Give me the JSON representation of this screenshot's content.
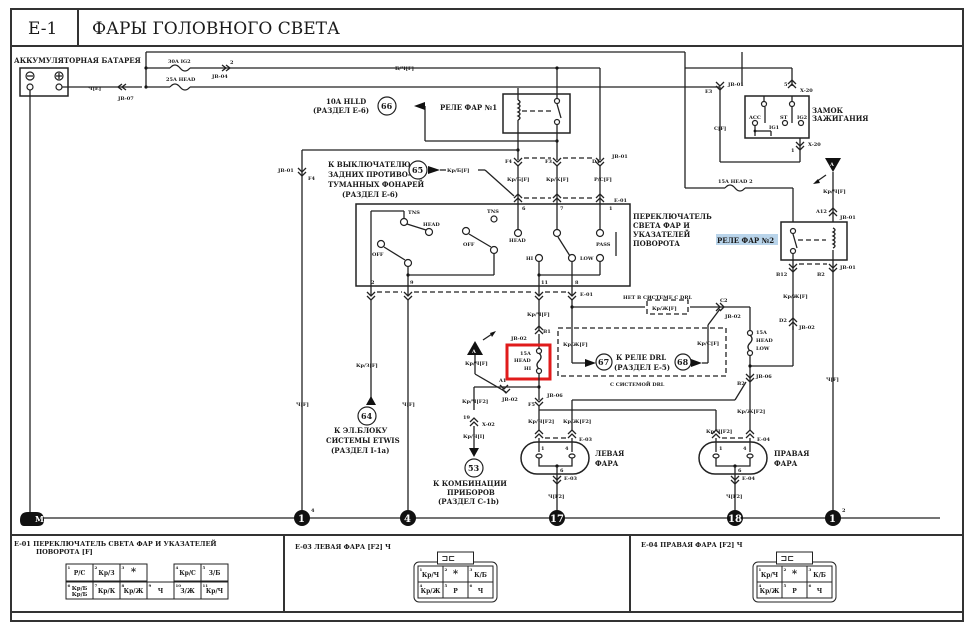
{
  "header": {
    "section_id": "E-1",
    "title": "ФАРЫ ГОЛОВНОГО СВЕТА"
  },
  "components": {
    "battery": "АККУМУЛЯТОРНАЯ БАТАРЕЯ",
    "battery_wire": "Ч[E]",
    "battery_conn": "JB-07",
    "fuse_ig2": "30A IG2",
    "fuse_head": "25A HEAD",
    "jb04": "JB-04",
    "jb04_pin": "2",
    "wire_top": "Б/Ч[F]",
    "hlld_label": "10A HLLD",
    "hlld_ref": "(РАЗДЕЛ E-6)",
    "hlld_num": "66",
    "relay1": "РЕЛЕ ФАР №1",
    "fog_label_1": "К ВЫКЛЮЧАТЕЛЮ",
    "fog_label_2": "ЗАДНИХ ПРОТИВО-",
    "fog_label_3": "ТУМАННЫХ ФОНАРЕЙ",
    "fog_label_4": "(РАЗДЕЛ E-6)",
    "fog_num": "65",
    "fog_wire": "Кр/Б[F]",
    "jb01": "JB-01",
    "e01": "E-01",
    "pin_f4": "F4",
    "pin_f3": "F3",
    "pin_d4": "D4",
    "wire_krb": "Кр/Б[F]",
    "wire_krk": "Кр/К[F]",
    "wire_rs": "Р/С[F]",
    "pin_e3": "E3",
    "wire_cf": "С[F]",
    "ign_switch_1": "ЗАМОК",
    "ign_switch_2": "ЗАЖИГАНИЯ",
    "x20": "X-20",
    "pin_5": "5",
    "pin_1": "1",
    "ign_acc": "ACC",
    "ign_ig1": "IG1",
    "ign_st": "ST",
    "ign_ig2": "IG2",
    "fuse_head2": "15A HEAD 2",
    "wire_krch": "Кр/Ч[F]",
    "pin_a12": "A12",
    "relay2": "РЕЛЕ ФАР №2",
    "pin_b12": "B12",
    "pin_b2": "B2",
    "wire_krzh": "Кр/Ж[F]",
    "pin_d2": "D2",
    "jb02": "JB-02",
    "switch_1": "ПЕРЕКЛЮЧАТЕЛЬ",
    "switch_2": "СВЕТА ФАР И",
    "switch_3": "УКАЗАТЕЛЕЙ",
    "switch_4": "ПОВОРОТА",
    "sw_tns": "TNS",
    "sw_head": "HEAD",
    "sw_off": "OFF",
    "sw_hi": "HI",
    "sw_low": "LOW",
    "sw_pass": "PASS",
    "sw_pin_6": "6",
    "sw_pin_7": "7",
    "sw_pin_1": "1",
    "sw_pin_2": "2",
    "sw_pin_9": "9",
    "sw_pin_11": "11",
    "sw_pin_8": "8",
    "jb01_left": "JB-01",
    "no_drl": "НЕТ В СИСТЕМЕ С DRL",
    "with_drl": "С СИСТЕМОЙ DRL",
    "drl_relay_1": "К РЕЛЕ DRL",
    "drl_relay_2": "(РАЗДЕЛ E-5)",
    "drl_num_67": "67",
    "drl_num_68": "68",
    "wire_krs": "Кр/С[F]",
    "pin_c2": "C2",
    "pin_b1": "B1",
    "pin_a1": "A1",
    "pin_f5": "F5",
    "jb06": "JB-06",
    "fuse_hi_1": "15A",
    "fuse_hi_2": "HEAD",
    "fuse_hi_3": "HI",
    "fuse_low_1": "15A",
    "fuse_low_2": "HEAD",
    "fuse_low_3": "LOW",
    "wire_krz": "Кр/З[F]",
    "wire_ch": "Ч[F]",
    "etwis_num": "64",
    "etwis_1": "К ЭЛ.БЛОКУ",
    "etwis_2": "СИСТЕМЫ ETWIS",
    "etwis_3": "(РАЗДЕЛ I-1a)",
    "wire_krch_f2": "Кр/Ч[F2]",
    "pin_19": "19",
    "x02": "X-02",
    "wire_krch_i": "Кр/Ч[I]",
    "combi_num": "53",
    "combi_1": "К КОМБИНАЦИИ",
    "combi_2": "ПРИБОРОВ",
    "combi_3": "(РАЗДЕЛ C-1b)",
    "marker_a": "A",
    "wire_krzh_f2": "Кр/Ж[F2]",
    "e03": "E-03",
    "e04": "E-04",
    "lamp_left_1": "ЛЕВАЯ",
    "lamp_left_2": "ФАРА",
    "lamp_right_1": "ПРАВАЯ",
    "lamp_right_2": "ФАРА",
    "lamp_pin_1": "1",
    "lamp_pin_4": "4",
    "lamp_pin_6": "6",
    "wire_ch_f2": "Ч[F2]",
    "ground_m": "M",
    "ground_1": "1",
    "ground_1_sup": "4",
    "ground_4": "4",
    "ground_17": "17",
    "ground_18": "18",
    "ground_1b": "1",
    "ground_1b_sup": "2"
  },
  "connectors": [
    {
      "id": "E-01",
      "title_1": "E-01 ПЕРЕКЛЮЧАТЕЛЬ СВЕТА ФАР И УКАЗАТЕЛЕЙ",
      "title_2": "ПОВОРОТА [F]",
      "pins": [
        {
          "n": "1",
          "v": "Р/С"
        },
        {
          "n": "2",
          "v": "Кр/З"
        },
        {
          "n": "3",
          "v": "*"
        },
        {
          "n": "",
          "v": ""
        },
        {
          "n": "4",
          "v": "Кр/С"
        },
        {
          "n": "5",
          "v": "З/Б"
        },
        {
          "n": "6",
          "v": "Кр/Б Кр/Б"
        },
        {
          "n": "7",
          "v": "Кр/К"
        },
        {
          "n": "8",
          "v": "Кр/Ж"
        },
        {
          "n": "9",
          "v": "Ч"
        },
        {
          "n": "10",
          "v": "З/Ж"
        },
        {
          "n": "11",
          "v": "Кр/Ч"
        }
      ]
    },
    {
      "id": "E-03",
      "title_1": "E-03 ЛЕВАЯ ФАРА [F2] Ч",
      "pins": [
        {
          "n": "1",
          "v": "Кр/Ч"
        },
        {
          "n": "2",
          "v": "*"
        },
        {
          "n": "3",
          "v": "К/Б"
        },
        {
          "n": "4",
          "v": "Кр/Ж"
        },
        {
          "n": "5",
          "v": "Р"
        },
        {
          "n": "6",
          "v": "Ч"
        }
      ]
    },
    {
      "id": "E-04",
      "title_1": "E-04 ПРАВАЯ ФАРА [F2] Ч",
      "pins": [
        {
          "n": "1",
          "v": "Кр/Ч"
        },
        {
          "n": "2",
          "v": "*"
        },
        {
          "n": "3",
          "v": "К/Б"
        },
        {
          "n": "4",
          "v": "Кр/Ж"
        },
        {
          "n": "5",
          "v": "Р"
        },
        {
          "n": "6",
          "v": "Ч"
        }
      ]
    }
  ],
  "colors": {
    "highlight_box": "#e01b1b",
    "highlight_text": "#b9d4ea"
  }
}
